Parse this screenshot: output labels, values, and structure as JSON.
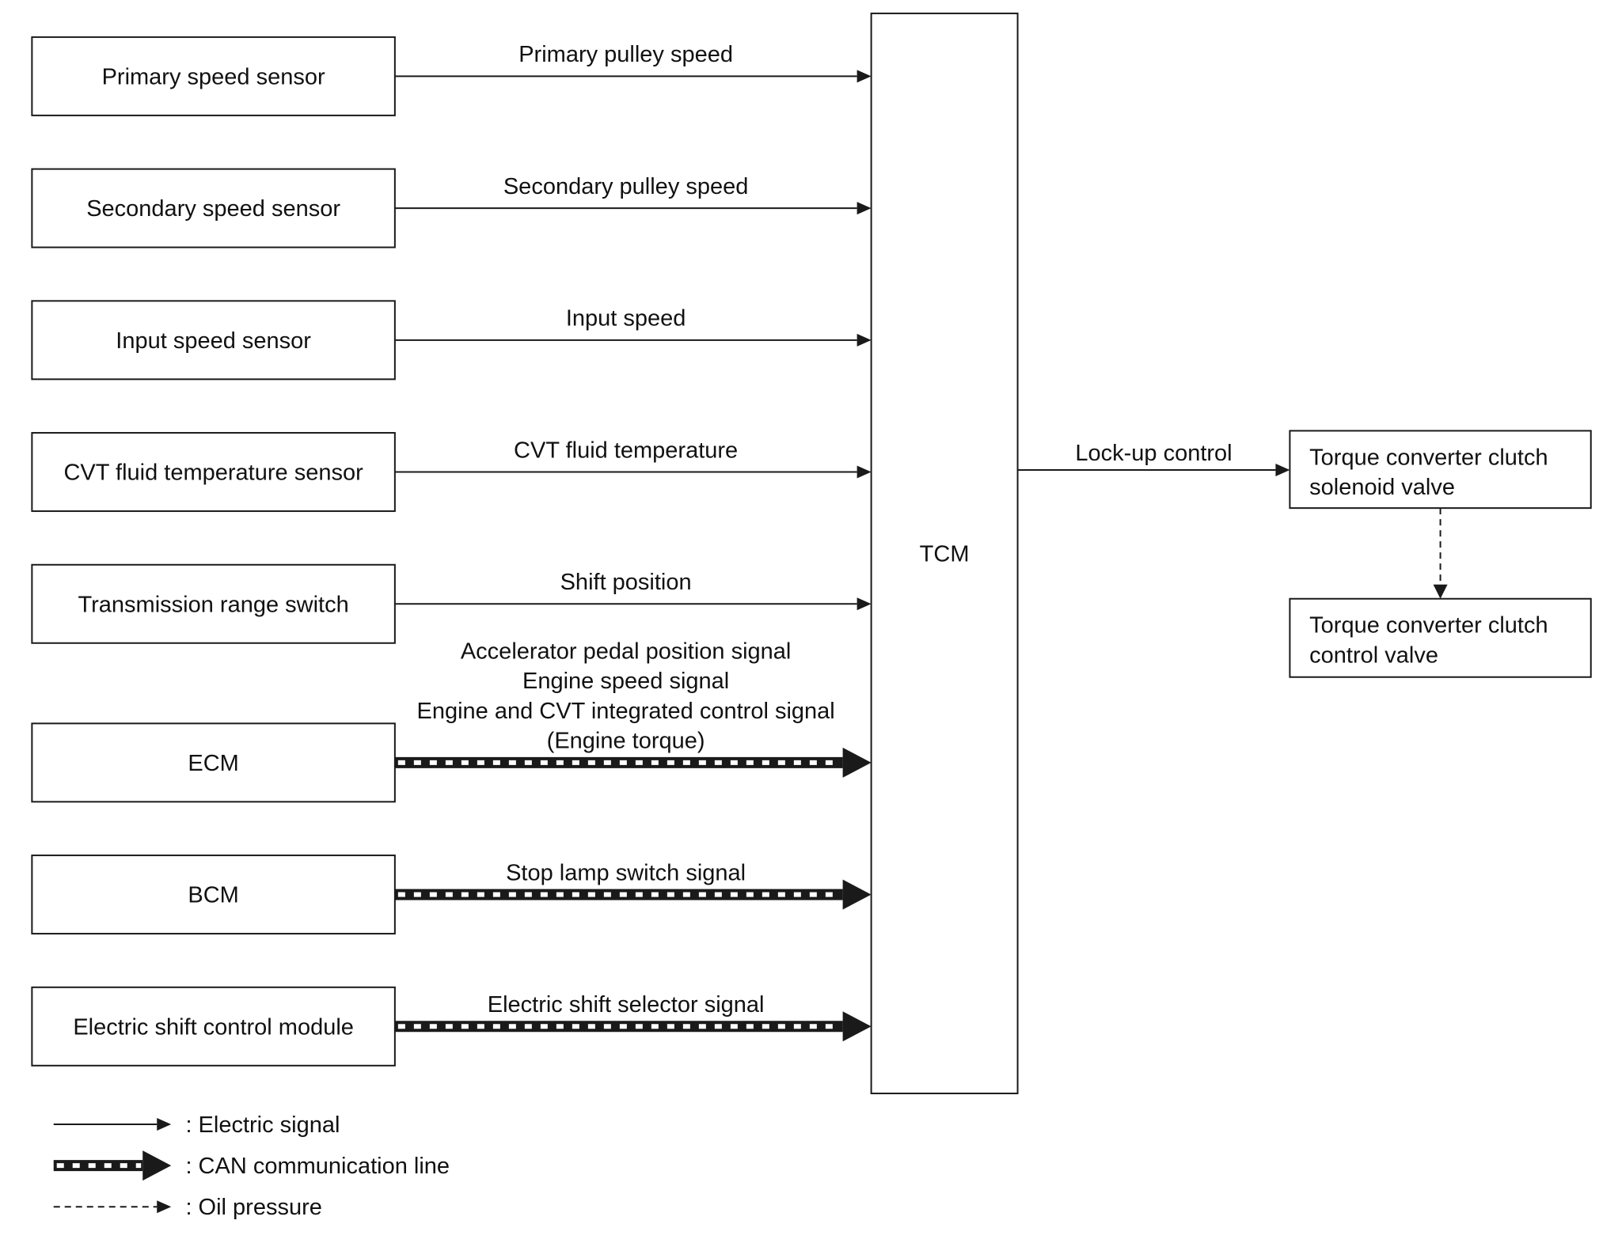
{
  "sources": [
    {
      "id": "primary-speed-sensor",
      "label": "Primary speed sensor",
      "signal": [
        "Primary pulley speed"
      ],
      "line": "electric"
    },
    {
      "id": "secondary-speed-sensor",
      "label": "Secondary speed sensor",
      "signal": [
        "Secondary pulley speed"
      ],
      "line": "electric"
    },
    {
      "id": "input-speed-sensor",
      "label": "Input speed sensor",
      "signal": [
        "Input speed"
      ],
      "line": "electric"
    },
    {
      "id": "cvt-fluid-temperature-sensor",
      "label": "CVT fluid temperature sensor",
      "signal": [
        "CVT fluid temperature"
      ],
      "line": "electric"
    },
    {
      "id": "transmission-range-switch",
      "label": "Transmission range switch",
      "signal": [
        "Shift position"
      ],
      "line": "electric"
    },
    {
      "id": "ecm",
      "label": "ECM",
      "signal": [
        "Accelerator pedal position signal",
        "Engine speed signal",
        "Engine and CVT integrated control signal",
        "(Engine torque)"
      ],
      "line": "can"
    },
    {
      "id": "bcm",
      "label": "BCM",
      "signal": [
        "Stop lamp switch signal"
      ],
      "line": "can"
    },
    {
      "id": "electric-shift-control-module",
      "label": "Electric shift control module",
      "signal": [
        "Electric shift selector signal"
      ],
      "line": "can"
    }
  ],
  "tcm": {
    "label": "TCM"
  },
  "output_signal": "Lock-up control",
  "solenoid_valve": [
    "Torque converter clutch",
    "solenoid valve"
  ],
  "control_valve": [
    "Torque converter clutch",
    "control valve"
  ],
  "legend": [
    {
      "type": "electric",
      "label": ": Electric signal"
    },
    {
      "type": "can",
      "label": ": CAN communication line"
    },
    {
      "type": "oil",
      "label": ": Oil pressure"
    }
  ]
}
